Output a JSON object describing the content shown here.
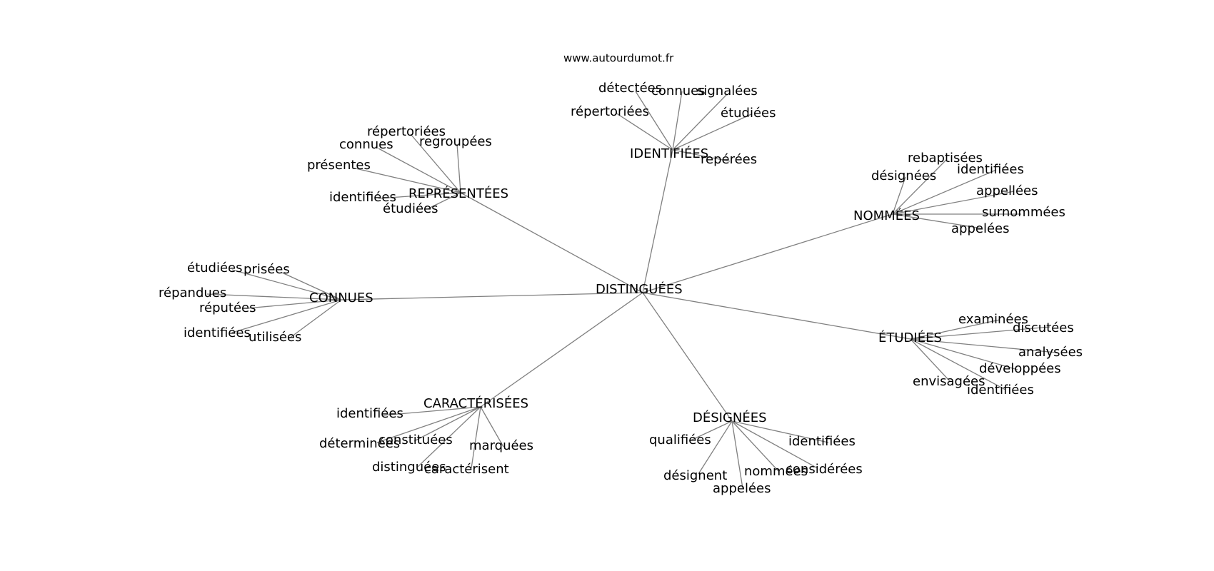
{
  "site": "www.autourdumot.fr",
  "center": "DISTINGUÉES",
  "clusters": [
    {
      "label": "IDENTIFIÉES",
      "leaves": [
        "détectées",
        "connues",
        "signalées",
        "répertoriées",
        "étudiées",
        "repérées"
      ]
    },
    {
      "label": "REPRÉSENTÉES",
      "leaves": [
        "répertoriées",
        "connues",
        "regroupées",
        "présentes",
        "identifiées",
        "étudiées"
      ]
    },
    {
      "label": "NOMMÉES",
      "leaves": [
        "rebaptisées",
        "désignées",
        "identifiées",
        "appellées",
        "surnommées",
        "appelées"
      ]
    },
    {
      "label": "CONNUES",
      "leaves": [
        "étudiées",
        "prisées",
        "répandues",
        "réputées",
        "identifiées",
        "utilisées"
      ]
    },
    {
      "label": "ÉTUDIÉES",
      "leaves": [
        "examinées",
        "discutées",
        "analysées",
        "développées",
        "envisagées",
        "identifiées"
      ]
    },
    {
      "label": "CARACTÉRISÉES",
      "leaves": [
        "identifiées",
        "déterminées",
        "constituées",
        "marquées",
        "distinguées",
        "caractérisent"
      ]
    },
    {
      "label": "DÉSIGNÉES",
      "leaves": [
        "qualifiées",
        "identifiées",
        "désignent",
        "nommées",
        "considérées",
        "appelées"
      ]
    }
  ]
}
